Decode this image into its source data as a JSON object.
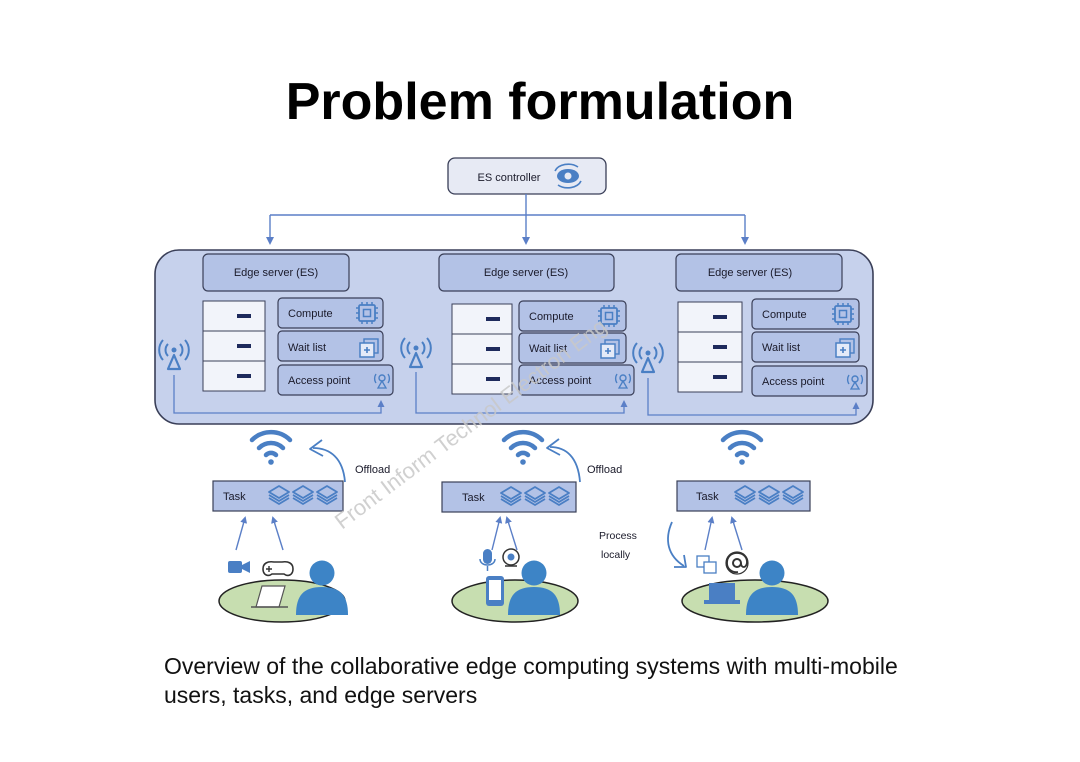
{
  "title": "Problem formulation",
  "caption": "Overview of the collaborative edge computing systems with multi-mobile users, tasks, and edge servers",
  "watermark": "Front Inform Technol Electron Eng",
  "diagram": {
    "controller_label": "ES controller",
    "servers": [
      {
        "title": "Edge server (ES)",
        "compute": "Compute",
        "wait_list": "Wait list",
        "access_point": "Access point"
      },
      {
        "title": "Edge server (ES)",
        "compute": "Compute",
        "wait_list": "Wait list",
        "access_point": "Access point"
      },
      {
        "title": "Edge server (ES)",
        "compute": "Compute",
        "wait_list": "Wait list",
        "access_point": "Access point"
      }
    ],
    "tasks": [
      {
        "label": "Task",
        "action": "Offload"
      },
      {
        "label": "Task",
        "action": "Offload"
      },
      {
        "label": "Task",
        "action": "Process\nlocally"
      }
    ]
  },
  "colors": {
    "panel_fill": "#c6d1ec",
    "panel_stroke": "#3a3f58",
    "box_fill": "#b3c2e6",
    "icon_blue": "#4a7fc4",
    "arrow_blue": "#5b7fc7",
    "ground_fill": "#c7deb0"
  }
}
